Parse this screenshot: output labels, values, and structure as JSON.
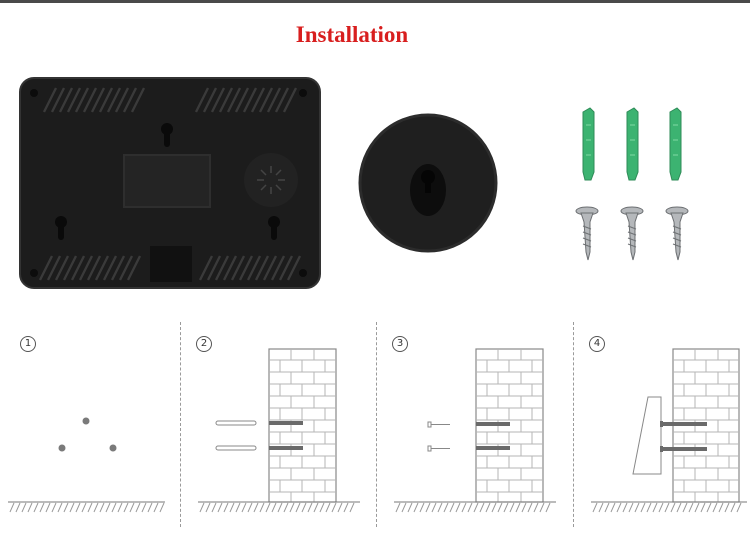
{
  "title": "Installation",
  "steps": [
    {
      "number": "1"
    },
    {
      "number": "2"
    },
    {
      "number": "3"
    },
    {
      "number": "4"
    }
  ],
  "colors": {
    "title": "#d81e1e",
    "device_body": "#1c1c1c",
    "anchor_green": "#3cb371",
    "screw_steel": "#a9acaf",
    "drawing_line": "#8a8a8a"
  },
  "icons": {
    "device": "device-back-panel",
    "mount": "round-wall-mount",
    "anchors": "wall-plug-anchors",
    "screws": "self-tapping-screws",
    "wall": "brick-wall"
  }
}
